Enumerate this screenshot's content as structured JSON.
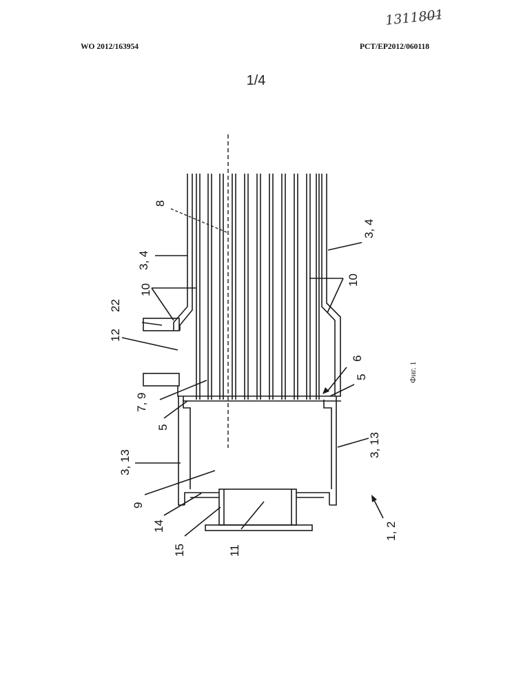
{
  "header": {
    "publication_number": "WO 2012/163954",
    "application_number": "PCT/EP2012/060118",
    "handwritten_note": "1311801"
  },
  "sheet": {
    "number": "1/4",
    "figure_caption": "Фиг. 1"
  },
  "labels": {
    "l8": "8",
    "l34a": "3, 4",
    "l34b": "3, 4",
    "l10a": "10",
    "l10b": "10",
    "l22": "22",
    "l12": "12",
    "l6": "6",
    "l5a": "5",
    "l5b": "5",
    "l79": "7, 9",
    "l313a": "3, 13",
    "l313b": "3, 13",
    "l9": "9",
    "l14": "14",
    "l15": "15",
    "l11": "11",
    "l12b": "1, 2"
  },
  "colors": {
    "line": "#1a1a1a",
    "paper": "#ffffff"
  }
}
